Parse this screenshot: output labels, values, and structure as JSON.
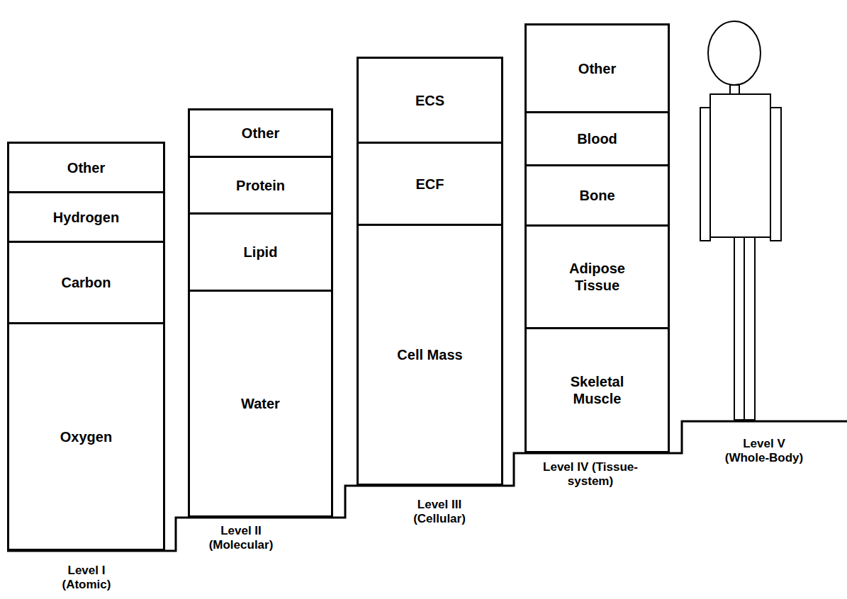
{
  "diagram": {
    "nodes": [
      {
        "text": [
          "Other"
        ]
      },
      {
        "text": [
          "Hydrogen"
        ]
      },
      {
        "text": [
          "Carbon"
        ]
      },
      {
        "text": [
          "Oxygen"
        ]
      },
      {
        "text": [
          "Other"
        ]
      },
      {
        "text": [
          "Protein"
        ]
      },
      {
        "text": [
          "Lipid"
        ]
      },
      {
        "text": [
          "Water"
        ]
      },
      {
        "text": [
          "ECS"
        ]
      },
      {
        "text": [
          "ECF"
        ]
      },
      {
        "text": [
          "Cell Mass"
        ]
      },
      {
        "text": [
          "Other"
        ]
      },
      {
        "text": [
          "Blood"
        ]
      },
      {
        "text": [
          "Bone"
        ]
      },
      {
        "text": [
          "Adipose Tissue"
        ]
      },
      {
        "text": [
          "Skeletal Muscle"
        ]
      }
    ],
    "labels": [
      "Level I (Atomic)",
      "Level II (Molecular)",
      "Level III (Cellular)",
      "Level IV (Tissue-system)",
      "Level V (Whole-Body)"
    ]
  }
}
